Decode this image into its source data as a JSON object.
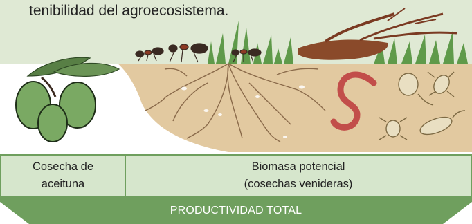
{
  "caption": "tenibilidad del agroecosistema.",
  "cells": {
    "harvest_line1": "Cosecha de",
    "harvest_line2": "aceituna",
    "biomass_line1": "Biomasa potencial",
    "biomass_line2": "(cosechas venideras)"
  },
  "footer": "PRODUCTIVIDAD TOTAL",
  "colors": {
    "header_band": "#dfe9d4",
    "soil": "#e2c9a0",
    "table_fill": "#d6e6cc",
    "table_border": "#6f9f5e",
    "footer_band": "#6f9f5e",
    "olive": "#7aa963"
  }
}
